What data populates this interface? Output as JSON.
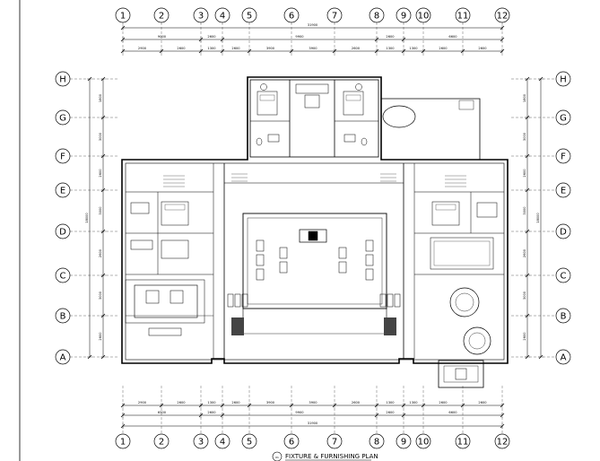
{
  "drawing": {
    "title": "FIXTURE & FURNISHING PLAN",
    "title_number": "01"
  },
  "grid_columns": [
    "1",
    "2",
    "3",
    "4",
    "5",
    "6",
    "7",
    "8",
    "9",
    "10",
    "11",
    "12"
  ],
  "grid_rows": [
    "H",
    "G",
    "F",
    "E",
    "D",
    "C",
    "B",
    "A"
  ],
  "dimensions": {
    "top_overall": "31900",
    "top_mid": [
      "9000",
      "2600",
      "9900",
      "2600",
      "6600"
    ],
    "top_fine": [
      "2900",
      "2600",
      "1300",
      "2600",
      "3900",
      "3900",
      "2600",
      "1300",
      "1300",
      "2600",
      "2600"
    ],
    "bottom_fine": [
      "2900",
      "2600",
      "1300",
      "2600",
      "3900",
      "3900",
      "2600",
      "1300",
      "1300",
      "2600",
      "2600"
    ],
    "bottom_mid": [
      "6500",
      "2600",
      "9900",
      "2600",
      "6600"
    ],
    "bottom_overall": "31900",
    "left_fine": [
      "1800",
      "3000",
      "2600",
      "3000",
      "2600",
      "3000",
      "2600",
      "2600"
    ],
    "left_overall": "18000",
    "right_fine": [
      "1800",
      "3000",
      "2600",
      "3000",
      "2600",
      "3000",
      "2600",
      "2600"
    ],
    "right_overall": "18000"
  }
}
